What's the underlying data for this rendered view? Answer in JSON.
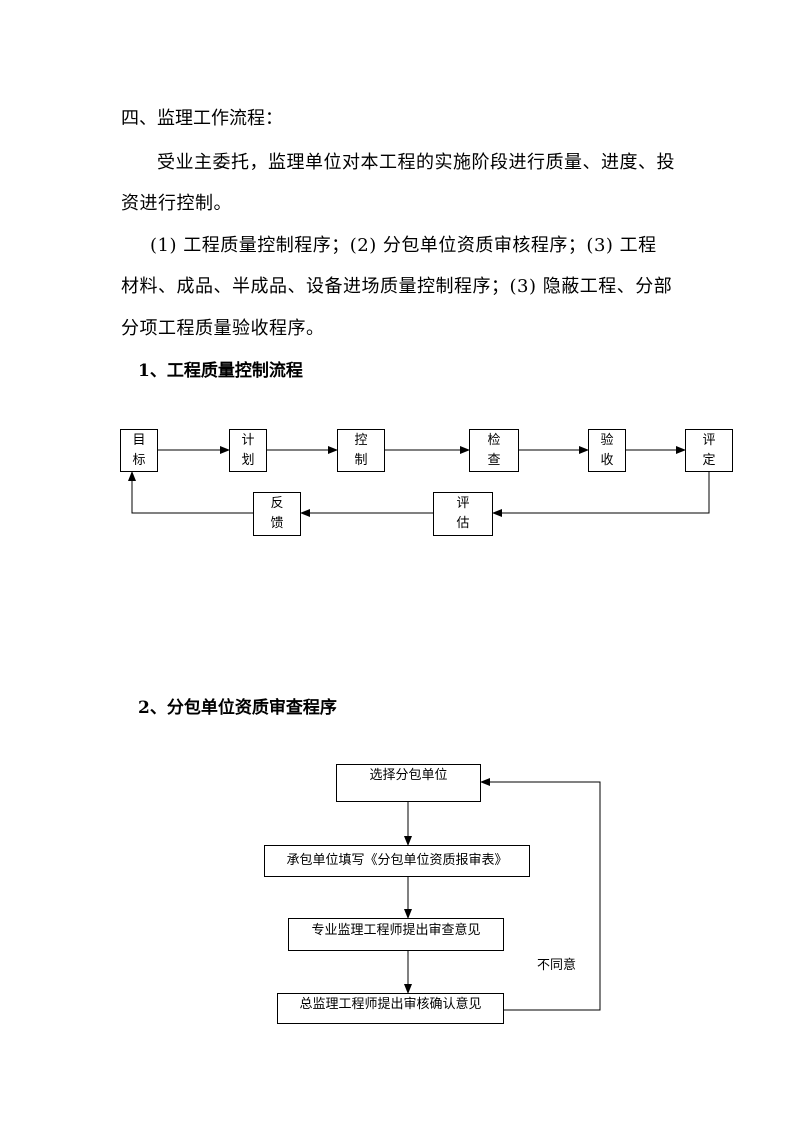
{
  "section": {
    "title": "四、监理工作流程："
  },
  "paragraphs": {
    "p1_line1": "受业主委托，监理单位对本工程的实施阶段进行质量、进度、投",
    "p1_line2": "资进行控制。",
    "p2_line1": "(1) 工程质量控制程序；(2) 分包单位资质审核程序；(3) 工程",
    "p2_line2": "材料、成品、半成品、设备进场质量控制程序；(3) 隐蔽工程、分部",
    "p2_line3": "分项工程质量验收程序。"
  },
  "flow1": {
    "title": "1、工程质量控制流程",
    "nodes": {
      "target": [
        "目",
        "标"
      ],
      "plan": [
        "计",
        "划"
      ],
      "control": [
        "控",
        "制"
      ],
      "inspect": [
        "检",
        "查"
      ],
      "accept": [
        "验",
        "收"
      ],
      "evaluate": [
        "评",
        "定"
      ],
      "assess": [
        "评",
        "估"
      ],
      "feedback": [
        "反",
        "馈"
      ]
    }
  },
  "flow2": {
    "title": "2、分包单位资质审查程序",
    "steps": [
      "选择分包单位",
      "承包单位填写《分包单位资质报审表》",
      "专业监理工程师提出审查意见",
      "总监理工程师提出审核确认意见"
    ],
    "return_label": "不同意"
  }
}
